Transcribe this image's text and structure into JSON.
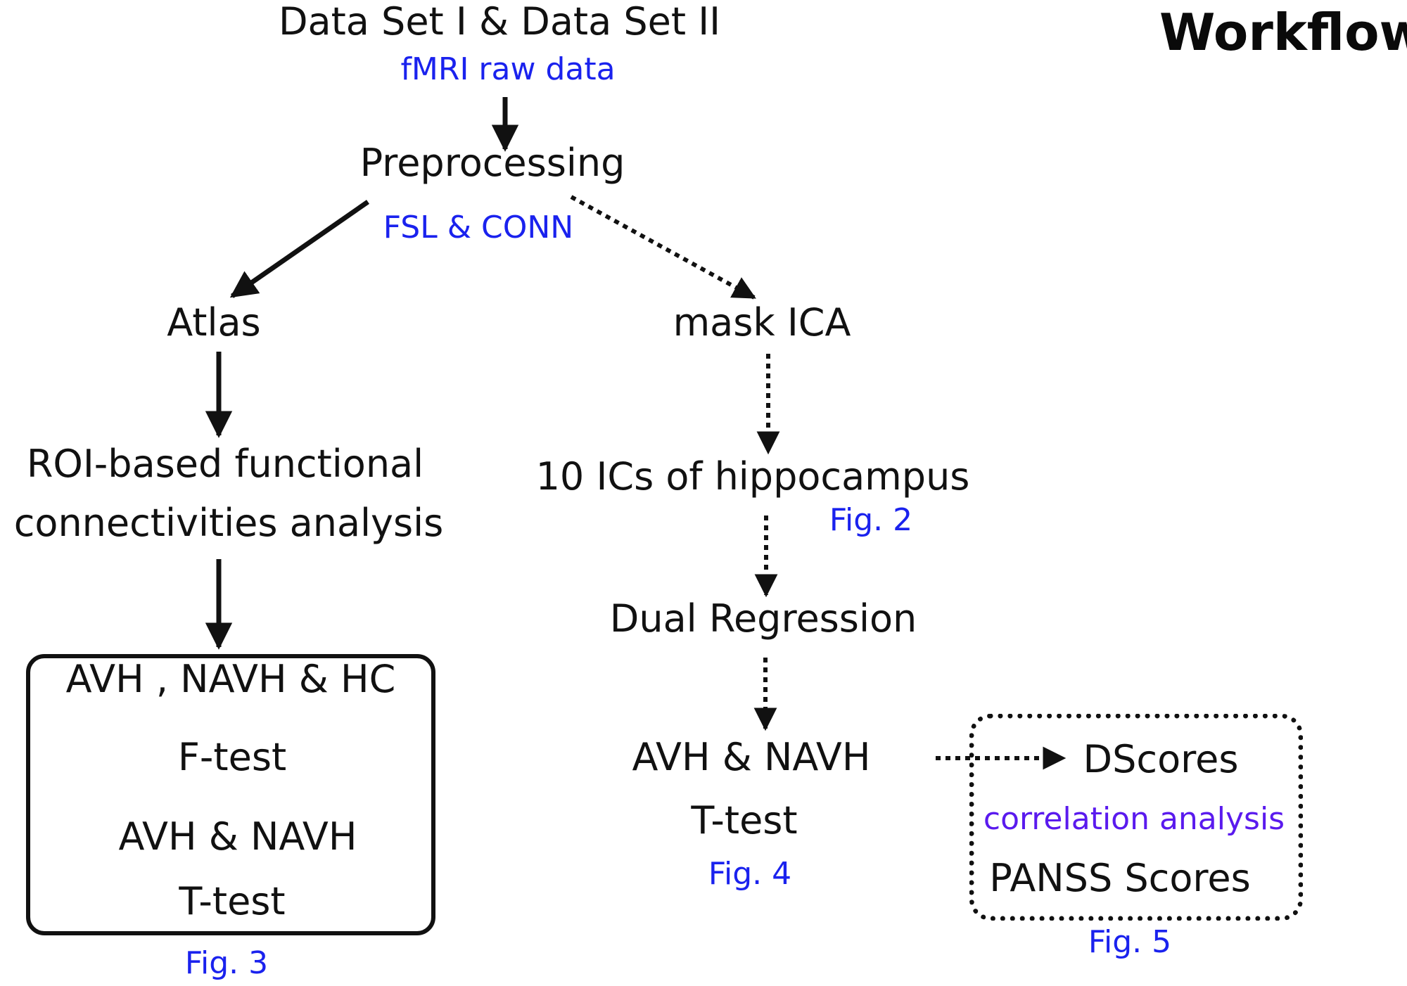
{
  "title": "Workflow",
  "colors": {
    "text": "#111111",
    "note": "#1a22ee",
    "note_purple": "#5a1aee",
    "line": "#111111"
  },
  "nodes": {
    "datasets": "Data Set I & Data Set II",
    "raw": "fMRI raw data",
    "preprocessing": "Preprocessing",
    "tools": "FSL & CONN",
    "atlas": "Atlas",
    "mask_ica": "mask ICA",
    "roi_line1": "ROI-based functional",
    "roi_line2": "connectivities analysis",
    "ics": "10 ICs of hippocampus",
    "fig2": "Fig. 2",
    "dual_regression": "Dual Regression",
    "groups_right": "AVH & NAVH",
    "ttest_right": "T-test",
    "fig4": "Fig. 4",
    "dscores": "DScores",
    "correlation": "correlation analysis",
    "panss": "PANSS Scores",
    "fig5": "Fig. 5",
    "box_groups": "AVH , NAVH & HC",
    "box_ftest": "F-test",
    "box_groups2": "AVH & NAVH",
    "box_ttest": "T-test",
    "fig3": "Fig. 3"
  },
  "edges": [
    {
      "from": "raw",
      "to": "preprocessing",
      "style": "solid"
    },
    {
      "from": "preprocessing",
      "to": "atlas",
      "style": "solid"
    },
    {
      "from": "preprocessing",
      "to": "mask_ica",
      "style": "dotted"
    },
    {
      "from": "atlas",
      "to": "roi",
      "style": "solid"
    },
    {
      "from": "roi",
      "to": "box_groups",
      "style": "solid"
    },
    {
      "from": "mask_ica",
      "to": "ics",
      "style": "dotted"
    },
    {
      "from": "fig2",
      "to": "dual_regression",
      "style": "dotted"
    },
    {
      "from": "dual_regression",
      "to": "groups_right",
      "style": "dotted"
    },
    {
      "from": "groups_right",
      "to": "dscores",
      "style": "dotted"
    }
  ]
}
